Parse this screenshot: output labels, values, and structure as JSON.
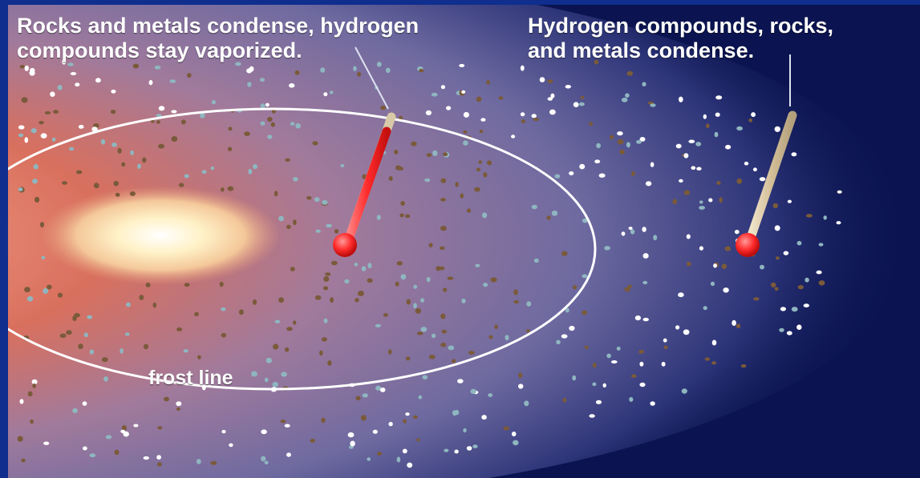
{
  "labels": {
    "inner_region": "Rocks and metals condense, hydrogen\ncompounds stay vaporized.",
    "outer_region": "Hydrogen compounds, rocks,\nand metals condense.",
    "frost_line": "frost line"
  },
  "colors": {
    "frame": "#0f2e8e",
    "space": "#0b1450",
    "hot_core": "#fff6da",
    "warm_disk": "#e2755e",
    "cool_disk": "#8a80b6",
    "rock_particles": "#7a5a3a",
    "metal_particles": "#8fb6c0",
    "ice_particles": "#ffffff",
    "hot_thermometer": "#ff3a3a",
    "cold_thermometer_tube": "#d9c8a6",
    "frost_line_stroke": "#ffffff"
  },
  "icons": {
    "inner_thermometer": "thermometer-hot-icon",
    "outer_thermometer": "thermometer-cold-icon"
  }
}
